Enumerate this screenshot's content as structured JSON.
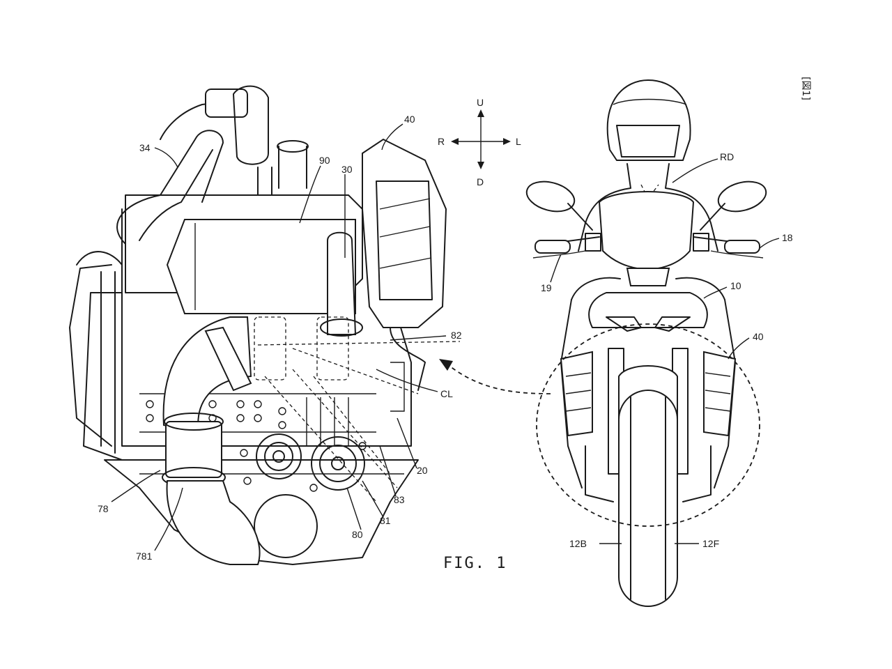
{
  "figure": {
    "caption": "FIG. 1",
    "corner_tag": "[図1]"
  },
  "directions": {
    "up": "U",
    "down": "D",
    "right": "R",
    "left": "L"
  },
  "engine_labels": {
    "l34": "34",
    "l90": "90",
    "l30": "30",
    "l40": "40",
    "l82": "82",
    "lCL": "CL",
    "l20": "20",
    "l83": "83",
    "l81": "81",
    "l80": "80",
    "l78": "78",
    "l781": "781"
  },
  "motorcycle_labels": {
    "lRD": "RD",
    "l18": "18",
    "l19": "19",
    "l10": "10",
    "l40": "40",
    "l12B": "12B",
    "l12F": "12F"
  },
  "icons": [
    "direction-compass-icon",
    "view-arrow-icon"
  ]
}
